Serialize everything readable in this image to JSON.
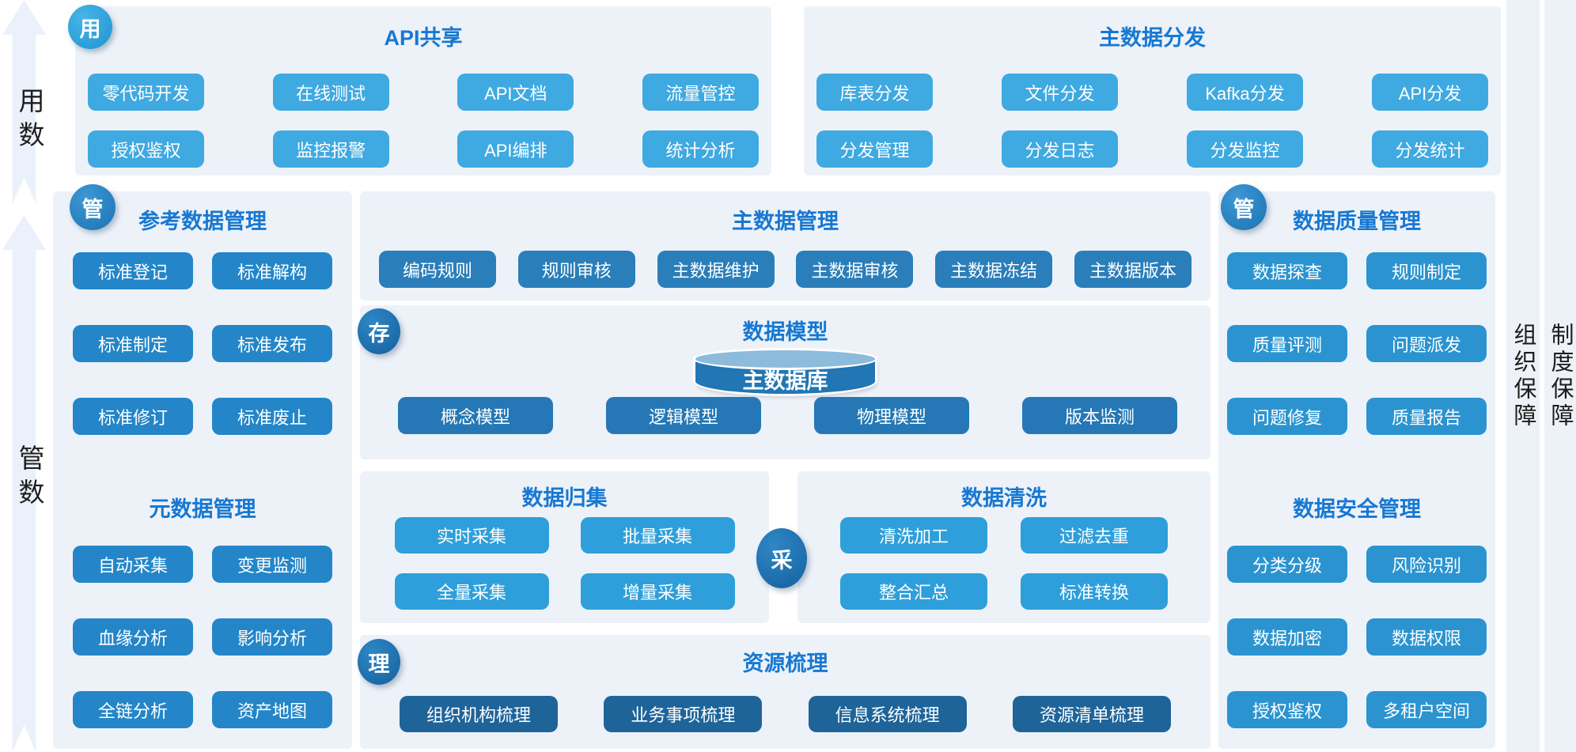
{
  "colors": {
    "page_bg": "#FFFFFF",
    "panel_bg": "#EDF2F9",
    "title_blue": "#1778D2",
    "chip_sky": "#3FA9E1",
    "chip_sky_mid": "#2E9FDA",
    "chip_medium": "#2486C8",
    "chip_right": "#2B94D0",
    "chip_steel": "#2A7EB9",
    "chip_deep": "#2578B5",
    "chip_dark": "#1F6499",
    "cylinder_body": "#2176B3",
    "cylinder_top": "#8CBBDC",
    "rail_arrow": "#EBF1FA"
  },
  "left_rail": {
    "arrow_top_label": "用数",
    "arrow_bottom_label": "管数"
  },
  "right_rail": {
    "org_label": "组织保障",
    "inst_label": "制度保障"
  },
  "badges": {
    "use": "用",
    "manage_left": "管",
    "store": "存",
    "collect": "采",
    "organize": "理",
    "manage_right": "管"
  },
  "panels": {
    "api_share": {
      "title": "API共享",
      "buttons": [
        "零代码开发",
        "在线测试",
        "API文档",
        "流量管控",
        "授权鉴权",
        "监控报警",
        "API编排",
        "统计分析"
      ]
    },
    "master_distribution": {
      "title": "主数据分发",
      "buttons": [
        "库表分发",
        "文件分发",
        "Kafka分发",
        "API分发",
        "分发管理",
        "分发日志",
        "分发监控",
        "分发统计"
      ]
    },
    "reference_data": {
      "title": "参考数据管理",
      "buttons": [
        "标准登记",
        "标准解构",
        "标准制定",
        "标准发布",
        "标准修订",
        "标准废止"
      ]
    },
    "metadata": {
      "title": "元数据管理",
      "buttons": [
        "自动采集",
        "变更监测",
        "血缘分析",
        "影响分析",
        "全链分析",
        "资产地图"
      ]
    },
    "master_data": {
      "title": "主数据管理",
      "buttons": [
        "编码规则",
        "规则审核",
        "主数据维护",
        "主数据审核",
        "主数据冻结",
        "主数据版本"
      ]
    },
    "data_model": {
      "title": "数据模型",
      "cylinder_label": "主数据库",
      "buttons": [
        "概念模型",
        "逻辑模型",
        "物理模型",
        "版本监测"
      ]
    },
    "data_collection": {
      "title": "数据归集",
      "buttons": [
        "实时采集",
        "批量采集",
        "全量采集",
        "增量采集"
      ]
    },
    "data_cleaning": {
      "title": "数据清洗",
      "buttons": [
        "清洗加工",
        "过滤去重",
        "整合汇总",
        "标准转换"
      ]
    },
    "resource_sorting": {
      "title": "资源梳理",
      "buttons": [
        "组织机构梳理",
        "业务事项梳理",
        "信息系统梳理",
        "资源清单梳理"
      ]
    },
    "data_quality": {
      "title": "数据质量管理",
      "buttons": [
        "数据探查",
        "规则制定",
        "质量评测",
        "问题派发",
        "问题修复",
        "质量报告"
      ]
    },
    "data_security": {
      "title": "数据安全管理",
      "buttons": [
        "分类分级",
        "风险识别",
        "数据加密",
        "数据权限",
        "授权鉴权",
        "多租户空间"
      ]
    }
  }
}
